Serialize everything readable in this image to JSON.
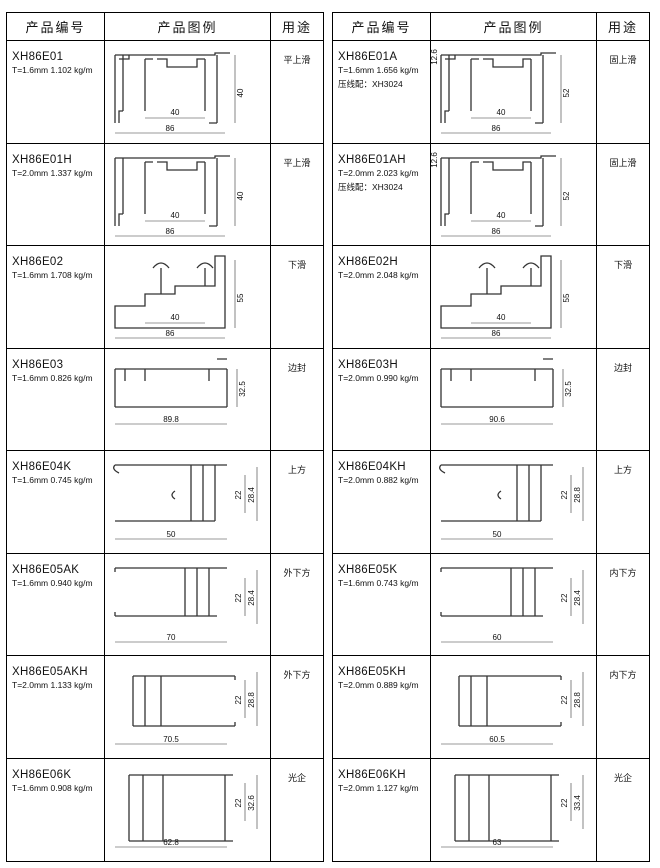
{
  "header": {
    "code": "产品编号",
    "drawing": "产品图例",
    "use": "用途"
  },
  "left": [
    {
      "code": "XH86E01",
      "spec": "T=1.6mm  1.102 kg/m",
      "extra": "",
      "use": "平上滑",
      "dims": [
        "40",
        "86",
        "40"
      ]
    },
    {
      "code": "XH86E01H",
      "spec": "T=2.0mm  1.337 kg/m",
      "extra": "",
      "use": "平上滑",
      "dims": [
        "40",
        "86",
        "40"
      ]
    },
    {
      "code": "XH86E02",
      "spec": "T=1.6mm  1.708 kg/m",
      "extra": "",
      "use": "下滑",
      "dims": [
        "40",
        "86",
        "55"
      ]
    },
    {
      "code": "XH86E03",
      "spec": "T=1.6mm  0.826 kg/m",
      "extra": "",
      "use": "边封",
      "dims": [
        "89.8",
        "32.5"
      ]
    },
    {
      "code": "XH86E04K",
      "spec": "T=1.6mm  0.745 kg/m",
      "extra": "",
      "use": "上方",
      "dims": [
        "50",
        "22",
        "28.4"
      ]
    },
    {
      "code": "XH86E05AK",
      "spec": "T=1.6mm  0.940 kg/m",
      "extra": "",
      "use": "外下方",
      "dims": [
        "70",
        "22",
        "28.4"
      ]
    },
    {
      "code": "XH86E05AKH",
      "spec": "T=2.0mm  1.133 kg/m",
      "extra": "",
      "use": "外下方",
      "dims": [
        "70.5",
        "22",
        "28.8"
      ]
    },
    {
      "code": "XH86E06K",
      "spec": "T=1.6mm  0.908 kg/m",
      "extra": "",
      "use": "光企",
      "dims": [
        "62.8",
        "22",
        "32.6"
      ]
    }
  ],
  "right": [
    {
      "code": "XH86E01A",
      "spec": "T=1.6mm  1.656 kg/m",
      "extra": "压线配：XH3024",
      "use": "固上滑",
      "dims": [
        "40",
        "86",
        "52",
        "12.6"
      ]
    },
    {
      "code": "XH86E01AH",
      "spec": "T=2.0mm  2.023 kg/m",
      "extra": "压线配：XH3024",
      "use": "固上滑",
      "dims": [
        "40",
        "86",
        "52",
        "12.6"
      ]
    },
    {
      "code": "XH86E02H",
      "spec": "T=2.0mm  2.048 kg/m",
      "extra": "",
      "use": "下滑",
      "dims": [
        "40",
        "86",
        "55"
      ]
    },
    {
      "code": "XH86E03H",
      "spec": "T=2.0mm  0.990 kg/m",
      "extra": "",
      "use": "边封",
      "dims": [
        "90.6",
        "32.5"
      ]
    },
    {
      "code": "XH86E04KH",
      "spec": "T=2.0mm  0.882 kg/m",
      "extra": "",
      "use": "上方",
      "dims": [
        "50",
        "22",
        "28.8"
      ]
    },
    {
      "code": "XH86E05K",
      "spec": "T=1.6mm  0.743 kg/m",
      "extra": "",
      "use": "内下方",
      "dims": [
        "60",
        "22",
        "28.4"
      ]
    },
    {
      "code": "XH86E05KH",
      "spec": "T=2.0mm  0.889 kg/m",
      "extra": "",
      "use": "内下方",
      "dims": [
        "60.5",
        "22",
        "28.8"
      ]
    },
    {
      "code": "XH86E06KH",
      "spec": "T=2.0mm  1.127 kg/m",
      "extra": "",
      "use": "光企",
      "dims": [
        "63",
        "22",
        "33.4"
      ]
    }
  ]
}
